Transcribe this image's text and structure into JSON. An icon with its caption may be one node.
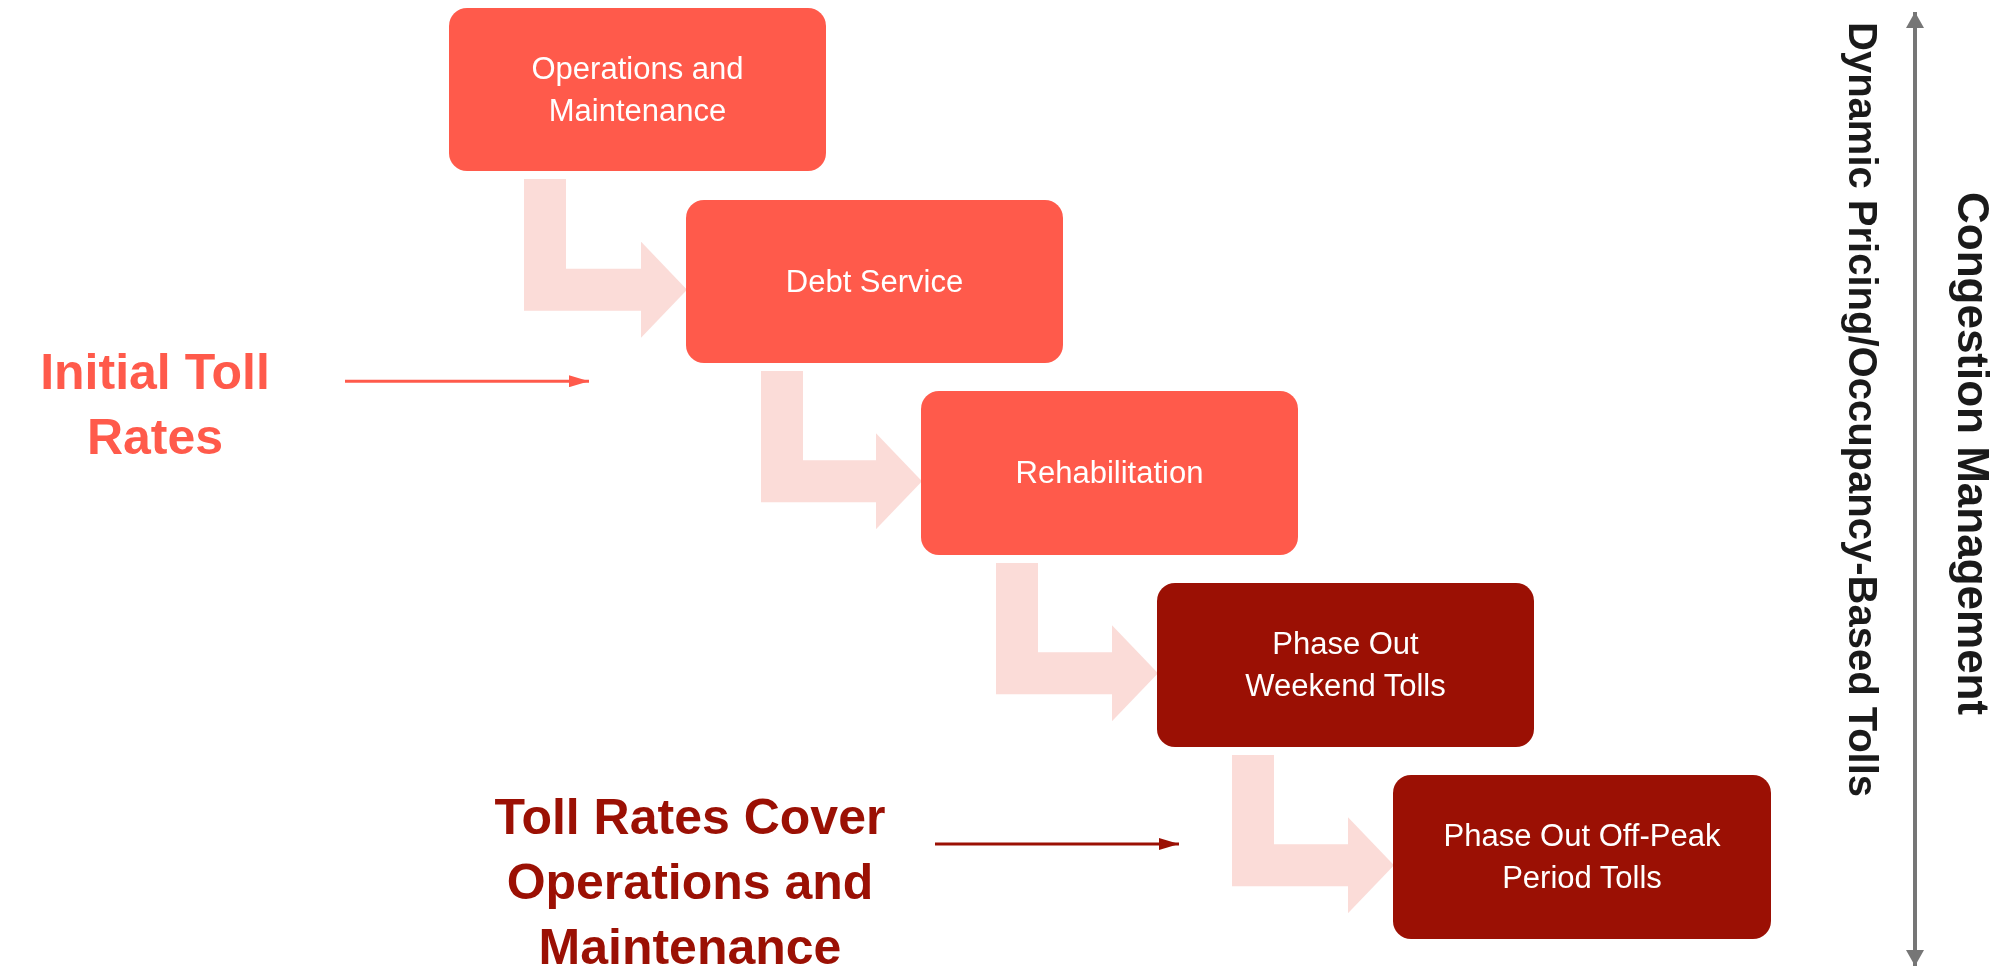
{
  "diagram": {
    "nodes": [
      {
        "text": [
          "Operations and Maintenance"
        ]
      },
      {
        "text": [
          "Debt Service"
        ]
      },
      {
        "text": [
          "Rehabilitation"
        ]
      },
      {
        "text": [
          "Phase Out Weekend Tolls"
        ]
      },
      {
        "text": [
          "Phase Out Off-Peak Period Tolls"
        ]
      },
      {
        "text": [
          "Initial Toll Rates"
        ]
      },
      {
        "text": [
          "Toll Rates Cover Operations and Maintenance"
        ]
      }
    ],
    "edges": [
      {
        "from": 0,
        "to": 1,
        "arrow": "to"
      },
      {
        "from": 1,
        "to": 2,
        "arrow": "to"
      },
      {
        "from": 2,
        "to": 3,
        "arrow": "to"
      },
      {
        "from": 3,
        "to": 4,
        "arrow": "to"
      },
      {
        "from": 5,
        "to": null,
        "arrow": "to",
        "color": "#ff5a4b"
      },
      {
        "from": 6,
        "to": null,
        "arrow": "to",
        "color": "#9b1004"
      }
    ],
    "labels": [
      "Congestion Management",
      "Dynamic Pricing/Occupancy-Based Tolls"
    ]
  }
}
